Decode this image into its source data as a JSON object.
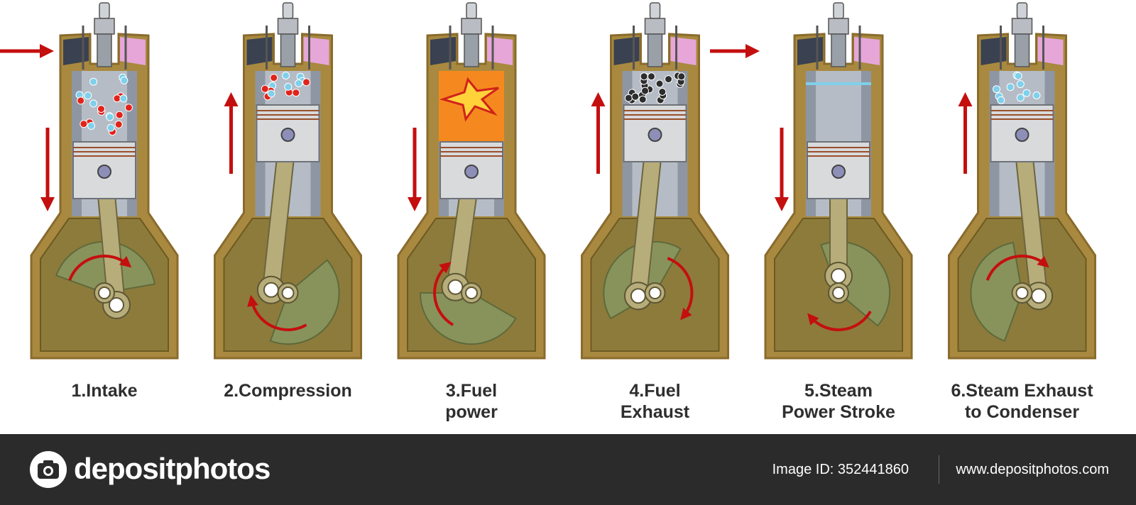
{
  "stages": [
    {
      "lines": [
        "1.Intake"
      ],
      "piston": "down",
      "contents": "mixture"
    },
    {
      "lines": [
        "2.Compression"
      ],
      "piston": "up",
      "contents": "compressed"
    },
    {
      "lines": [
        "3.Fuel",
        "power"
      ],
      "piston": "down",
      "contents": "explosion"
    },
    {
      "lines": [
        "4.Fuel",
        "Exhaust"
      ],
      "piston": "up",
      "contents": "exhaust"
    },
    {
      "lines": [
        "5.Steam",
        "Power Stroke"
      ],
      "piston": "down",
      "contents": "steam"
    },
    {
      "lines": [
        "6.Steam Exhaust",
        "to Condenser"
      ],
      "piston": "up",
      "contents": "condense"
    }
  ],
  "colors": {
    "block": "#a8893f",
    "block_dark": "#8a6b2c",
    "crankcase": "#8d7b3c",
    "rod": "#b7ad7a",
    "crank": "#88935c",
    "arrow": "#c40f0f",
    "piston": "#d8dadc",
    "bore": "#b6bcc6",
    "fuel_dot": "#e0241b",
    "air_dot": "#7fd0ea",
    "exhaust_dot": "#2d2d2d",
    "explosion": "#f5891f"
  },
  "footer": {
    "brand": "depositphotos",
    "image_id": "Image ID: 352441860",
    "url": "www.depositphotos.com"
  }
}
